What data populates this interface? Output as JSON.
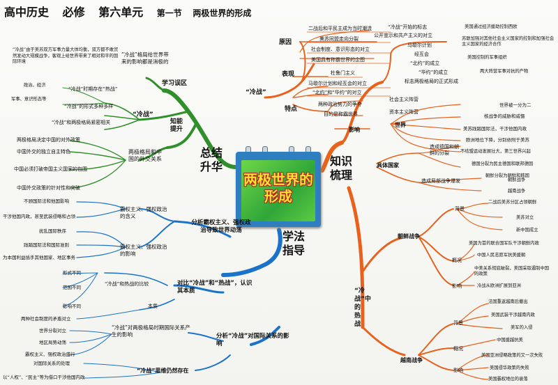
{
  "title": {
    "subject": "高中历史",
    "book": "必修",
    "unit": "第六单元",
    "section": "第一节",
    "topic": "两极世界的形成"
  },
  "center": "两极世界的形成",
  "hubs": {
    "knowledge": "知识梳理",
    "summary": "总结升华",
    "method": "学法指导"
  },
  "knowledge": {
    "cold_war": "“冷战”",
    "cause": "原因",
    "cause_items": [
      "二战后和平民主成为当时潮流",
      "美苏同盟走向分裂",
      "社会制度、意识形态的对立",
      "美国具有称霸世界的企图"
    ],
    "expression": "表现",
    "expr_items": [
      "杜鲁门主义",
      "马歇尔计划和经互会的对立",
      "“北约”和“华约”的对立"
    ],
    "expr_sub": [
      "“冷战”开始的标志",
      "公开宣示和共产主义的对立",
      "马歇尔计划",
      "经互会",
      "“北约”的成立",
      "“华约”的成立",
      "标志两极格局的正式形成"
    ],
    "expr_sub2": [
      "美国通过经济援助控制西欧",
      "苏联加强对其他社会主义国家的控制和加强社会主义国家的经济合作",
      "美国控制的军事组织",
      "两大阵营军事对抗的产物"
    ],
    "feature": "特点",
    "feature_items": [
      "两种政治势力的争夺",
      "目的是称霸世界"
    ],
    "camps": [
      "社会主义阵营",
      "资本主义阵营"
    ],
    "influence": "影响",
    "world": "世界",
    "world_items": [
      "世界被一分为二",
      "核战争的威胁和威慑",
      "美苏践踏国际法，干涉他国内政",
      "欧洲地位下降，分别依附于美苏",
      "不结盟运动发展壮大，第三世界兴起"
    ],
    "specific": "具体国家",
    "divide": "造成德国和朝鲜的分裂",
    "divide_items": [
      "德国分裂为民主德国和联邦德国",
      "朝鲜分裂为朝鲜和韩国"
    ],
    "local_war": "造成局部战争爆发",
    "war_items": [
      "朝鲜战争",
      "越南战争"
    ],
    "hot_war": "“冷战”中的热战",
    "korea": "朝鲜战争",
    "korea_bg": "背景",
    "korea_bg_items": [
      "二战后美苏分区占领朝鲜",
      "美苏对立",
      "新中国成立"
    ],
    "korea_ov": "概况",
    "korea_ov_items": [
      "美国为首的联合国军队干涉朝鲜内政",
      "中国人民志愿军抗美援朝"
    ],
    "korea_inf": "影响",
    "korea_inf_items": [
      "中美关系彻底破裂，美国采取遏制中国的政策",
      "冷战从欧洲扩展到亚洲"
    ],
    "vietnam": "越南战争",
    "vn_bg": "背景",
    "vn_bg_items": [
      "法国重返越南后撤出",
      "美国武装干涉越南内政",
      "美军的入侵"
    ],
    "vn_ov": "概况",
    "vn_ov_items": [
      "中国援越抗美"
    ],
    "vn_inf": "影响",
    "vn_inf_items": [
      "美国亚洲侵略政策的又一次失败",
      "美国侵华政策的失败",
      "美国霸权地位的衰落"
    ]
  },
  "summary": {
    "mistake": "学习误区",
    "mistake_item": "“冷战”格局给世界带来的影响都是消极的",
    "mistake_note": "“冷战”由于美苏双方军事力量大体均衡，双方都不敢贸然发动大规模战争，客观上给世界带来了相对和平的国际环境",
    "cold": "“冷战”",
    "cold_items": [
      "“冷战”时期存在“热战”",
      "“冷战”的形式多种多样",
      "“冷战”和两极格局紧密相关"
    ],
    "cold_sub": [
      "政治、经济",
      "军事、意识形态等"
    ],
    "ability": "知能提升",
    "bipolar": "两极格局和中国的外交关系",
    "bipolar_items": [
      "两极格局决定中国的对外政策",
      "中国外交的独立自主特色",
      "中国必须打破帝国主义国家的包围",
      "中国外交政策的针对性和突破"
    ]
  },
  "method": {
    "analyze": "分析霸权主义、强权政治导致世界动荡",
    "hegemony_def": "霸权主义、强权政治的含义",
    "hegemony_def_items": [
      "不顾国际法和他国影响",
      "干涉他国内政，甚至武装侵略和占领"
    ],
    "hegemony_harm": "霸权主义、强权政治的影响",
    "hegemony_harm_items": [
      "扰乱国际秩序",
      "践踏国际法和国际准则",
      "为本国利益插手其他国家、地区事务"
    ],
    "compare": "对比“冷战”和“热战”，认识其本质",
    "compare_sub": "“冷战”和热战的比较",
    "compare_items": [
      "形式不同",
      "范围不同",
      "影响不同"
    ],
    "essence": "本质",
    "essence_item": "两种社会制度的矛盾对立",
    "impact": "分析“冷战”对国际关系的影响",
    "impact_sub": "“冷战”对两极格局时期国际关系产生的影响",
    "impact_items": [
      "世界分裂对立",
      "地区局势动荡",
      "霸权主义、强权政治盛行"
    ],
    "persist": "“冷战”思维仍然存在",
    "persist_items": [
      "对国际关系的处理",
      "以“人权”、“民主”等为借口干涉他国内政"
    ]
  },
  "colors": {
    "orange": "#e8611d",
    "green": "#2f8f2a",
    "blue": "#1b73c9",
    "board": "#2f7fc0",
    "panel": "#3fb63b",
    "title_text": "#ffe033"
  }
}
